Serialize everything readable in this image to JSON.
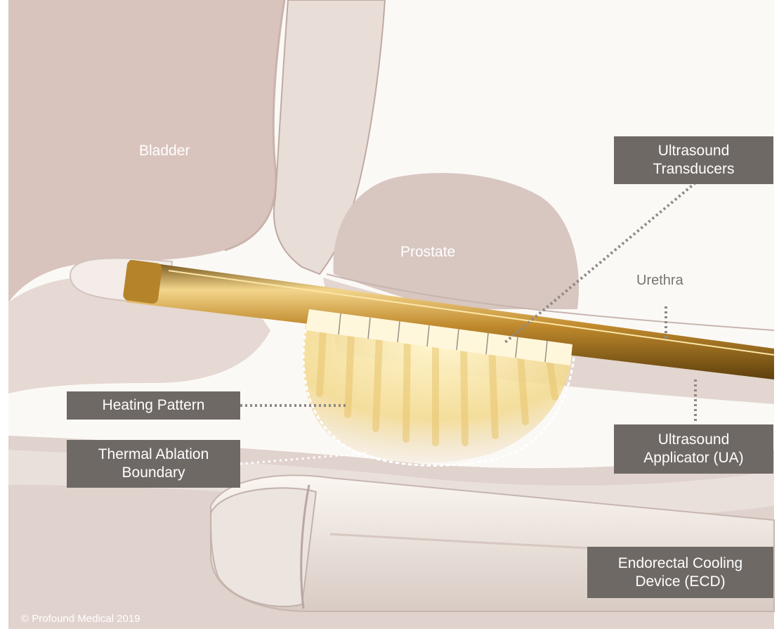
{
  "labels": {
    "bladder": "Bladder",
    "prostate": "Prostate",
    "urethra": "Urethra",
    "transducers_line1": "Ultrasound",
    "transducers_line2": "Transducers",
    "heating_pattern": "Heating Pattern",
    "ablation_line1": "Thermal Ablation",
    "ablation_line2": "Boundary",
    "applicator_line1": "Ultrasound",
    "applicator_line2": "Applicator (UA)",
    "cooling_line1": "Endorectal Cooling",
    "cooling_line2": "Device (ECD)"
  },
  "copyright": "© Profound Medical 2019",
  "colors": {
    "tissue": "#dcccc6",
    "tissue_light": "#ece3df",
    "callout_box": "#6f6965",
    "applicator_gold": "#c89a3c",
    "heat_glow": "#fff2b8",
    "leader_line": "#8f8986"
  },
  "icons": {
    "applicator": "gold-rod",
    "transducer_array": "segmented-bar",
    "heating_pattern": "glow-fingers",
    "cooling_device": "balloon-sleeve"
  }
}
